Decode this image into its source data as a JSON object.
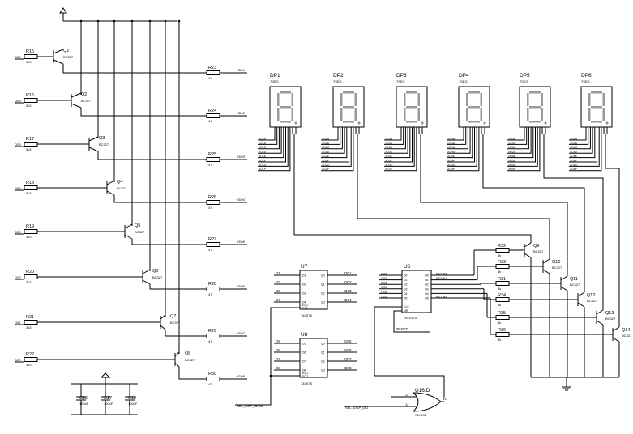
{
  "transistors": [
    {
      "ref": "Q1",
      "val": "BC327",
      "in": "Q07",
      "r": "R15",
      "rv": "3k3",
      "ro": "R23",
      "rov": "47",
      "out": "XD01"
    },
    {
      "ref": "Q2",
      "val": "BC327",
      "in": "Q08",
      "r": "R16",
      "rv": "3k3",
      "ro": "R24",
      "rov": "47",
      "out": "XD02"
    },
    {
      "ref": "Q3",
      "val": "BC327",
      "in": "Q09",
      "r": "R17",
      "rv": "3k3",
      "ro": "R25",
      "rov": "47",
      "out": "XD03"
    },
    {
      "ref": "Q4",
      "val": "BC327",
      "in": "Q04",
      "r": "R18",
      "rv": "3k3",
      "ro": "R26",
      "rov": "47",
      "out": "XD04"
    },
    {
      "ref": "Q5",
      "val": "BC327",
      "in": "Q09",
      "r": "R19",
      "rv": "3k3",
      "ro": "R27",
      "rov": "47",
      "out": "XD05"
    },
    {
      "ref": "Q6",
      "val": "BC327",
      "in": "Q20",
      "r": "R20",
      "rv": "3k3",
      "ro": "R28",
      "rov": "47",
      "out": "XD06"
    },
    {
      "ref": "Q7",
      "val": "BC327",
      "in": "Q01",
      "r": "R21",
      "rv": "3k3",
      "ro": "R29",
      "rov": "47",
      "out": "XD07"
    },
    {
      "ref": "Q8",
      "val": "BC327",
      "in": "Q20",
      "r": "R22",
      "rv": "3k3",
      "ro": "R30",
      "rov": "47",
      "out": "XD08"
    }
  ],
  "caps": [
    {
      "ref": "C16",
      "val": "100nF"
    },
    {
      "ref": "C17",
      "val": "100nF"
    },
    {
      "ref": "C18",
      "val": "100nF"
    }
  ],
  "displays": [
    {
      "ref": "DP1",
      "val": "7SEG",
      "pins": [
        "XD1A",
        "XD1B",
        "XD1C",
        "XD1D",
        "XD1E",
        "XD1F",
        "XD1G",
        "XD1P"
      ]
    },
    {
      "ref": "DP2",
      "val": "7SEG",
      "pins": [
        "XD2A",
        "XD2B",
        "XD2C",
        "XD2D",
        "XD2E",
        "XD2F",
        "XD2G",
        "XD2P"
      ]
    },
    {
      "ref": "DP3",
      "val": "7SEG",
      "pins": [
        "XD3A",
        "XD3B",
        "XD3C",
        "XD3D",
        "XD3E",
        "XD3F",
        "XD3G",
        "XD3P"
      ]
    },
    {
      "ref": "DP4",
      "val": "7SEG",
      "pins": [
        "XD4A",
        "XD4B",
        "XD4C",
        "XD4D",
        "XD4E",
        "XD4F",
        "XD4G",
        "XD4P"
      ]
    },
    {
      "ref": "DP5",
      "val": "7SEG",
      "pins": [
        "XD5A",
        "XD5B",
        "XD5C",
        "XD5D",
        "XD5E",
        "XD5F",
        "XD5G",
        "XD5P"
      ]
    },
    {
      "ref": "DP6",
      "val": "7SEG",
      "pins": [
        "XD6A",
        "XD6B",
        "XD6C",
        "XD6D",
        "XD6E",
        "XD6F",
        "XD6G",
        "XD6P"
      ]
    }
  ],
  "rtrans": [
    {
      "ref": "Q9",
      "val": "BC327",
      "r": "R32",
      "rv": "3k"
    },
    {
      "ref": "Q10",
      "val": "BC327",
      "r": "R33",
      "rv": "3k"
    },
    {
      "ref": "Q11",
      "val": "BC327",
      "r": "R31",
      "rv": "3k"
    },
    {
      "ref": "Q12",
      "val": "BC327",
      "r": "R34",
      "rv": "3k"
    },
    {
      "ref": "Q13",
      "val": "BC327",
      "r": "R35",
      "rv": "3k"
    },
    {
      "ref": "Q14",
      "val": "BC327",
      "r": "R36",
      "rv": "3k"
    }
  ],
  "latches": [
    {
      "ref": "U7",
      "type": "74LS75",
      "inputs": [
        "D1",
        "D2",
        "D3",
        "D4"
      ],
      "outputs": [
        "Q01",
        "Q02",
        "Q03",
        "Q04"
      ]
    },
    {
      "ref": "U8",
      "type": "74LS75",
      "inputs": [
        "D5",
        "D6",
        "D7",
        "D8"
      ],
      "outputs": [
        "Q05",
        "Q06",
        "Q07",
        "Q08"
      ]
    }
  ],
  "u6": {
    "ref": "U6",
    "type": "74LS174",
    "inputs": [
      "Q00",
      "Q01",
      "Q02",
      "Q03",
      "Q04",
      "Q05"
    ],
    "pinsin": [
      "D0",
      "D1",
      "D2",
      "D3",
      "D4",
      "D5"
    ],
    "pinsout": [
      "Q0",
      "Q1",
      "Q2",
      "Q3",
      "Q4",
      "Q5"
    ],
    "outputs": [
      "KEYIN0",
      "KEYIN1",
      "",
      "",
      "",
      "KEYIN2"
    ],
    "clk": "CLK",
    "mr": "MR",
    "reset": "RESET"
  },
  "u16": {
    "ref": "U16:D",
    "type": "74LS32",
    "pins": [
      "11",
      "12",
      "13"
    ]
  },
  "nets": {
    "sel_disp_seg": "SEL_DISP_SEG8",
    "sel_disp_dig": "SEL_DISP_DIG"
  }
}
